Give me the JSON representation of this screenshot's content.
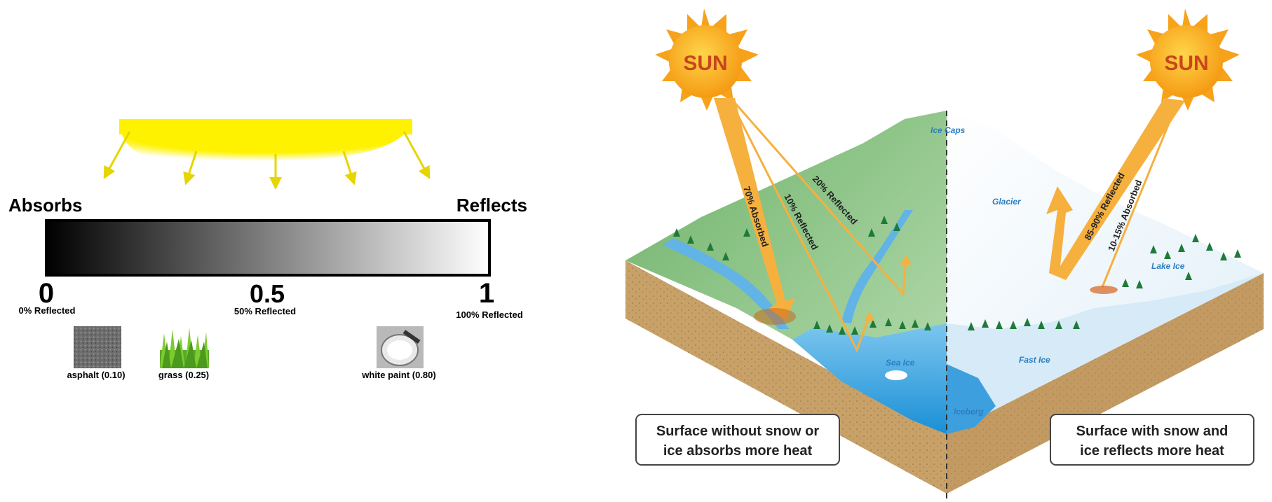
{
  "left_panel": {
    "label_left": "Absorbs",
    "label_right": "Reflects",
    "scale": [
      {
        "value": "0",
        "caption": "0% Reflected"
      },
      {
        "value": "0.5",
        "caption": "50% Reflected"
      },
      {
        "value": "1",
        "caption": "100% Reflected"
      }
    ],
    "samples": [
      {
        "label": "asphalt (0.10)",
        "albedo": 0.1
      },
      {
        "label": "grass (0.25)",
        "albedo": 0.25
      },
      {
        "label": "white paint (0.80)",
        "albedo": 0.8
      }
    ],
    "colors": {
      "sun": "#ffee00",
      "arrow": "#e8d800",
      "bar_dark": "#000000",
      "bar_light": "#ffffff"
    }
  },
  "right_panel": {
    "sun_left_label": "SUN",
    "sun_right_label": "SUN",
    "arrows_left": [
      {
        "label": "70% Absorbed"
      },
      {
        "label": "10% Reflected"
      },
      {
        "label": "20% Reflected"
      }
    ],
    "arrows_right": [
      {
        "label": "85-90% Reflected"
      },
      {
        "label": "10-15% Absorbed"
      }
    ],
    "features": {
      "ice_caps": "Ice Caps",
      "glacier": "Glacier",
      "lake_ice": "Lake Ice",
      "sea_ice": "Sea Ice",
      "fast_ice": "Fast Ice",
      "iceberg": "Iceberg"
    },
    "caption_left": [
      "Surface without snow or",
      "ice absorbs more heat"
    ],
    "caption_right": [
      "Surface with snow and",
      "ice reflects more heat"
    ],
    "colors": {
      "sun": "#f7a21b",
      "sun_text": "#c8461c",
      "arrow": "#f6b03e",
      "water": "#4aa9e0",
      "land": "#8fc78a",
      "soil": "#c9a46a",
      "snow": "#f2f7fb",
      "feature_text": "#2b7fc0"
    }
  }
}
